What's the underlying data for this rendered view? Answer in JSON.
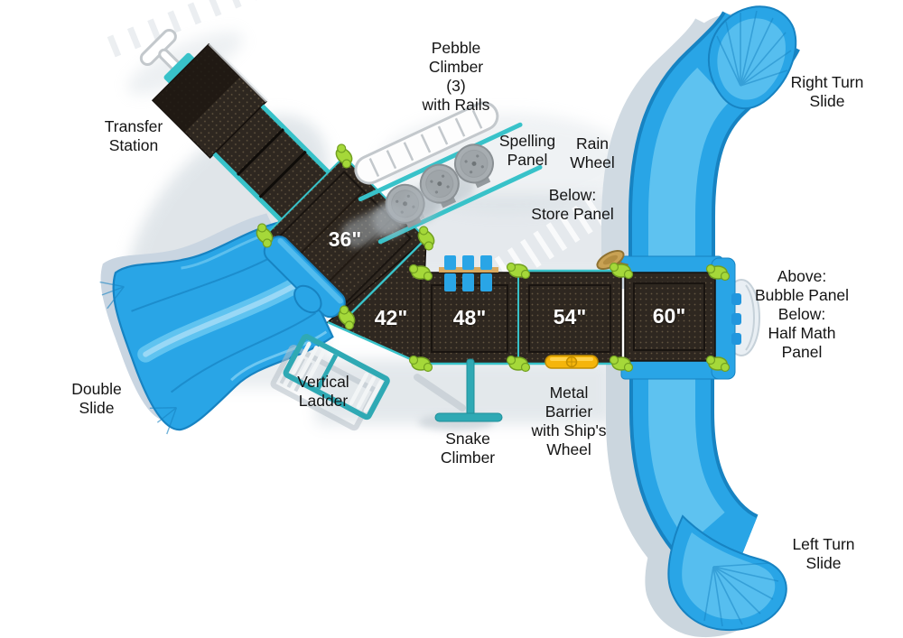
{
  "scene": {
    "type": "playground-equipment-overhead-plan"
  },
  "colors": {
    "background": "#FFFFFF",
    "slide_blue": "#29A5E6",
    "slide_blue_light": "#5FC3F0",
    "slide_blue_dark": "#1783C2",
    "silhouette_gray": "#CBD6DE",
    "deck_brown": "#2E2720",
    "deck_dot": "#6F6049",
    "rail_teal": "#38C2C9",
    "connector_lime": "#A5D839",
    "barrier_yellow": "#F5B50B",
    "wheel_tan": "#C9A254",
    "pebble_gray": "#A7ADB1",
    "ground_shadow": "#C2CDD5",
    "label_text": "#141414",
    "deck_label_text": "#FFFFFF"
  },
  "labels": {
    "transfer_station": "Transfer\nStation",
    "pebble_climber": "Pebble\nClimber\n(3)\nwith Rails",
    "spelling_panel": "Spelling\nPanel",
    "rain_wheel": "Rain\nWheel",
    "store_panel": "Below:\nStore Panel",
    "right_turn_slide": "Right Turn\nSlide",
    "bubble_math": "Above:\nBubble Panel\nBelow:\nHalf Math\nPanel",
    "double_slide": "Double\nSlide",
    "vertical_ladder": "Vertical\nLadder",
    "snake_climber": "Snake\nClimber",
    "metal_barrier": "Metal\nBarrier\nwith Ship's\nWheel",
    "left_turn_slide": "Left Turn\nSlide"
  },
  "decks": {
    "d36": {
      "label": "36\""
    },
    "d42": {
      "label": "42\""
    },
    "d48": {
      "label": "48\""
    },
    "d54": {
      "label": "54\""
    },
    "d60": {
      "label": "60\""
    }
  }
}
